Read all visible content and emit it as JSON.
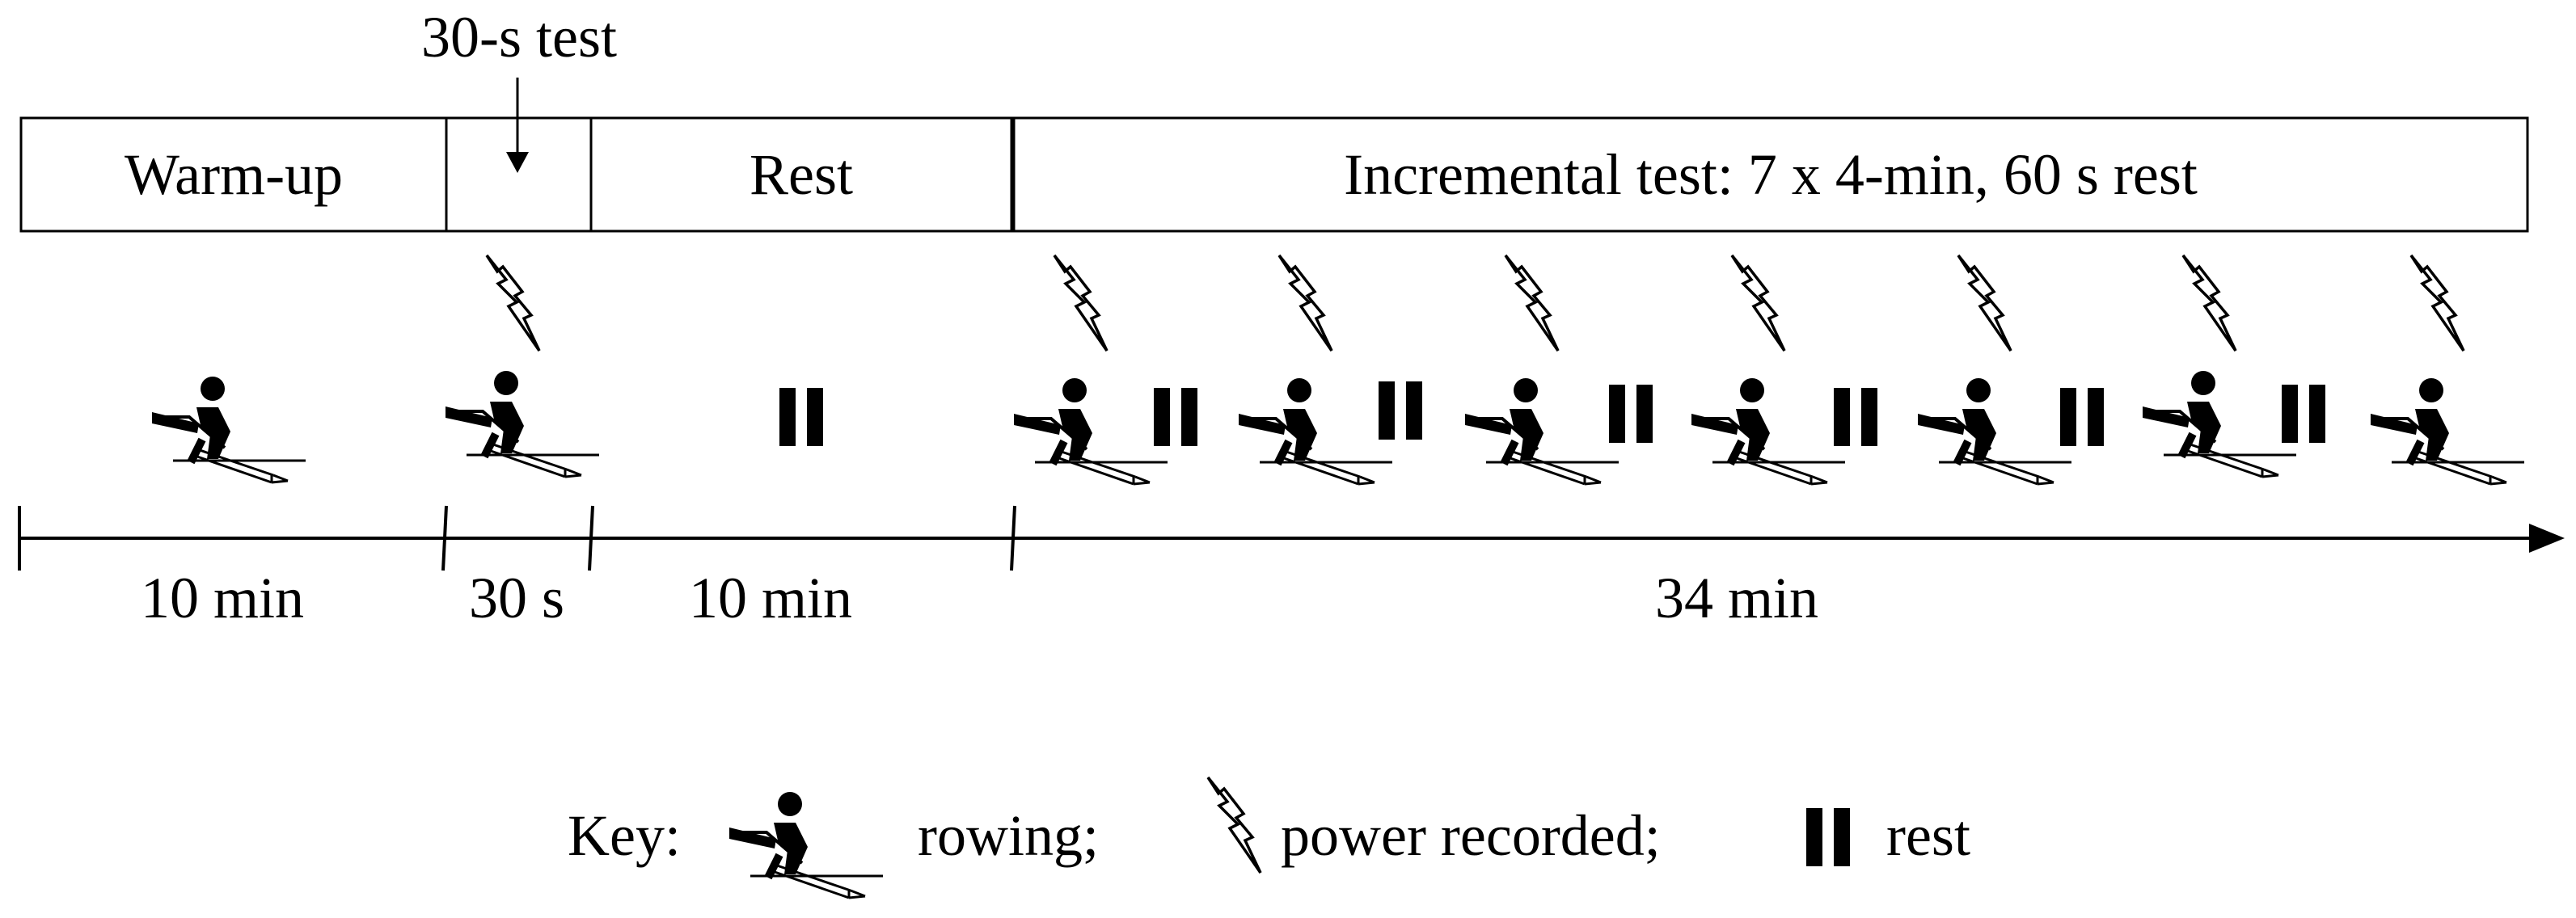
{
  "header": {
    "test_label": "30-s test"
  },
  "phases": [
    {
      "id": "warmup",
      "label": "Warm-up",
      "duration": "10 min"
    },
    {
      "id": "test30",
      "label": "",
      "duration": "30 s"
    },
    {
      "id": "rest",
      "label": "Rest",
      "duration": "10 min"
    },
    {
      "id": "incremental",
      "label": "Incremental test: 7 x 4-min, 60 s rest",
      "duration": "34 min"
    }
  ],
  "key": {
    "prefix": "Key:",
    "rowing_label": "rowing;",
    "power_label": "power recorded;",
    "rest_label": "rest"
  },
  "icons": {
    "rower": "rower-icon",
    "power": "lightning-icon",
    "rest": "pause-icon"
  },
  "colors": {
    "ink": "#000000",
    "background": "#ffffff"
  }
}
